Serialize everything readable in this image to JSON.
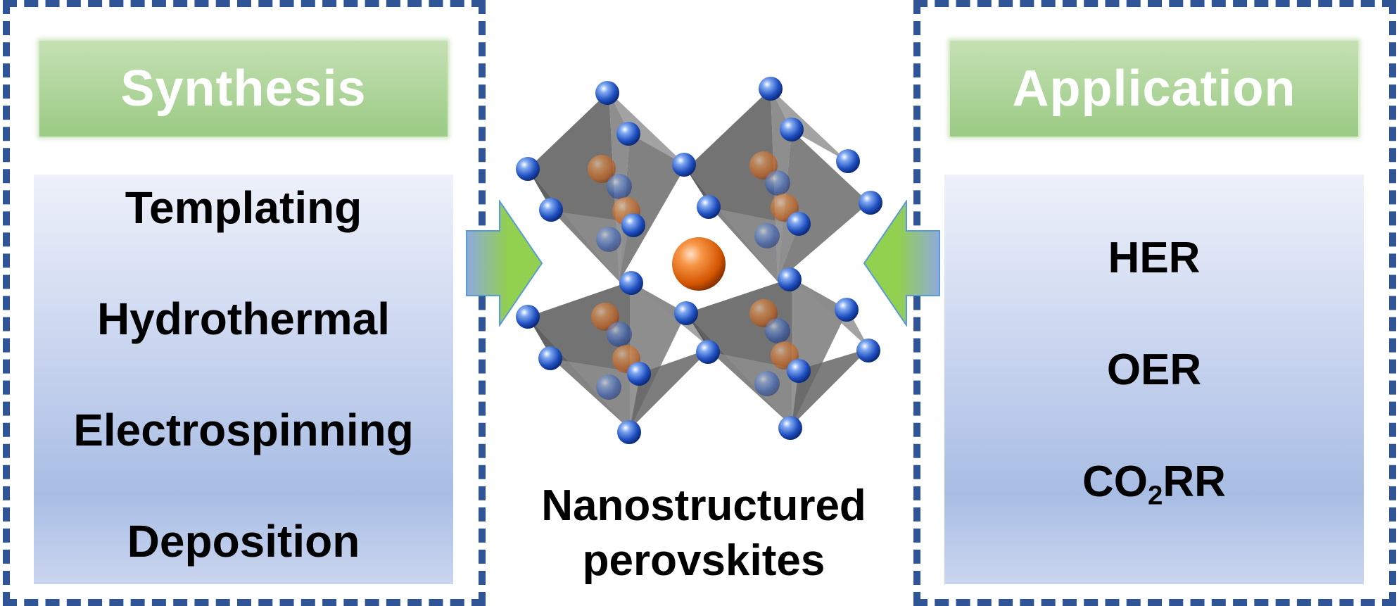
{
  "synthesis": {
    "title": "Synthesis",
    "items": [
      "Templating",
      "Hydrothermal",
      "Electrospinning",
      "Deposition"
    ]
  },
  "application": {
    "title": "Application",
    "items": [
      {
        "text": "HER"
      },
      {
        "text": "OER"
      },
      {
        "text": "CO",
        "sub": "2",
        "suffix": "RR"
      }
    ]
  },
  "center": {
    "caption_line1": "Nanostructured",
    "caption_line2": "perovskites"
  },
  "colors": {
    "border": "#2f5597",
    "header_green": "#9bcb84",
    "arrow_green": "#92d050",
    "arrow_blue": "#8faadc",
    "octahedron": "#595959",
    "anion": "#2f6fd6",
    "cation": "#ed7d31"
  }
}
